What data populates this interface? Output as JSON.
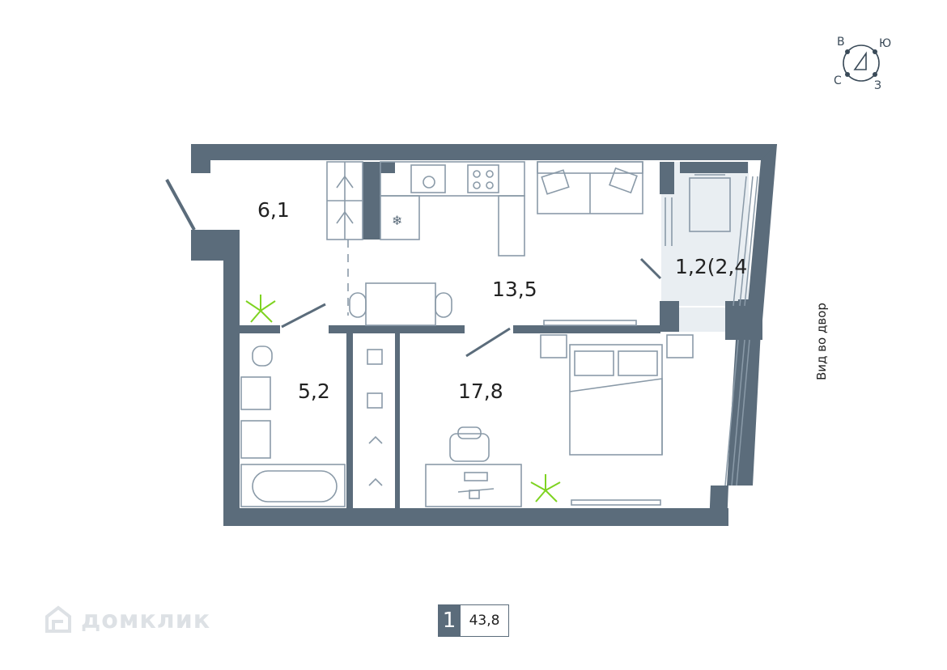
{
  "rooms": [
    {
      "id": "hall",
      "area": "6,1"
    },
    {
      "id": "kitchen-living",
      "area": "13,5"
    },
    {
      "id": "balcony",
      "area": "1,2(2,4"
    },
    {
      "id": "bathroom",
      "area": "5,2"
    },
    {
      "id": "bedroom",
      "area": "17,8"
    }
  ],
  "compass": {
    "north": "С",
    "south": "Ю",
    "east": "В",
    "west": "З"
  },
  "view_label": "Вид во двор",
  "summary": {
    "rooms": "1",
    "total_area": "43,8"
  },
  "watermark": "домклик",
  "colors": {
    "wall": "#5b6c7b",
    "furniture": "#8a9aa8",
    "glass": "#aab6c0",
    "balcony_floor": "#e8edf1",
    "plant": "#7ed321",
    "text": "#222222"
  }
}
